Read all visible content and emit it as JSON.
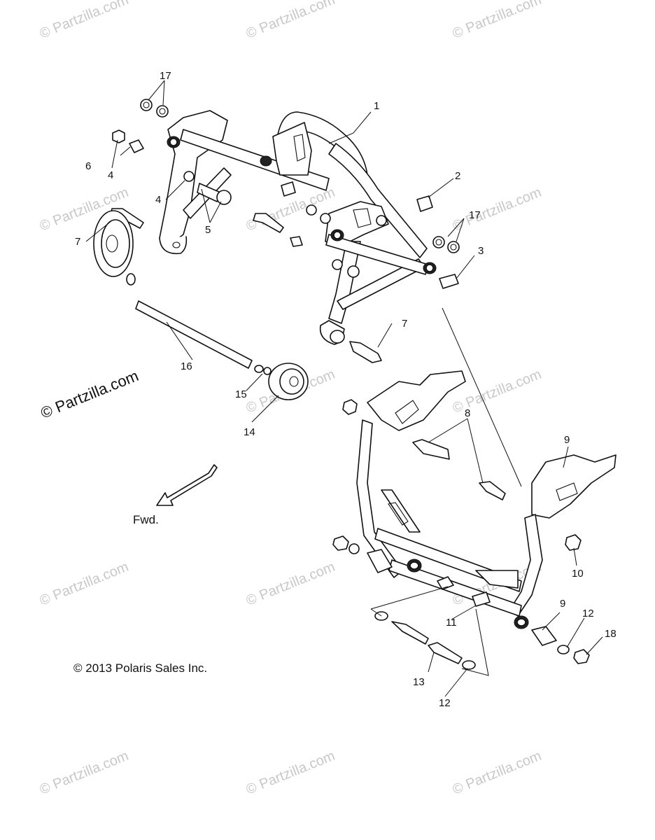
{
  "watermark": {
    "text": "Partzilla.com",
    "symbol": "©"
  },
  "featured_watermark": {
    "text": "Partzilla.com",
    "symbol": "©"
  },
  "copyright": "©  2013 Polaris Sales Inc.",
  "direction_label": "Fwd.",
  "callouts": {
    "c1": "1",
    "c2": "2",
    "c3": "3",
    "c4a": "4",
    "c4b": "4",
    "c5": "5",
    "c6": "6",
    "c7a": "7",
    "c7b": "7",
    "c8": "8",
    "c9a": "9",
    "c9b": "9",
    "c10": "10",
    "c11": "11",
    "c12a": "12",
    "c12b": "12",
    "c13": "13",
    "c14": "14",
    "c15": "15",
    "c16": "16",
    "c17a": "17",
    "c17b": "17",
    "c18": "18"
  },
  "colors": {
    "line": "#111111",
    "watermark": "#c8c8c8",
    "background": "#ffffff"
  }
}
